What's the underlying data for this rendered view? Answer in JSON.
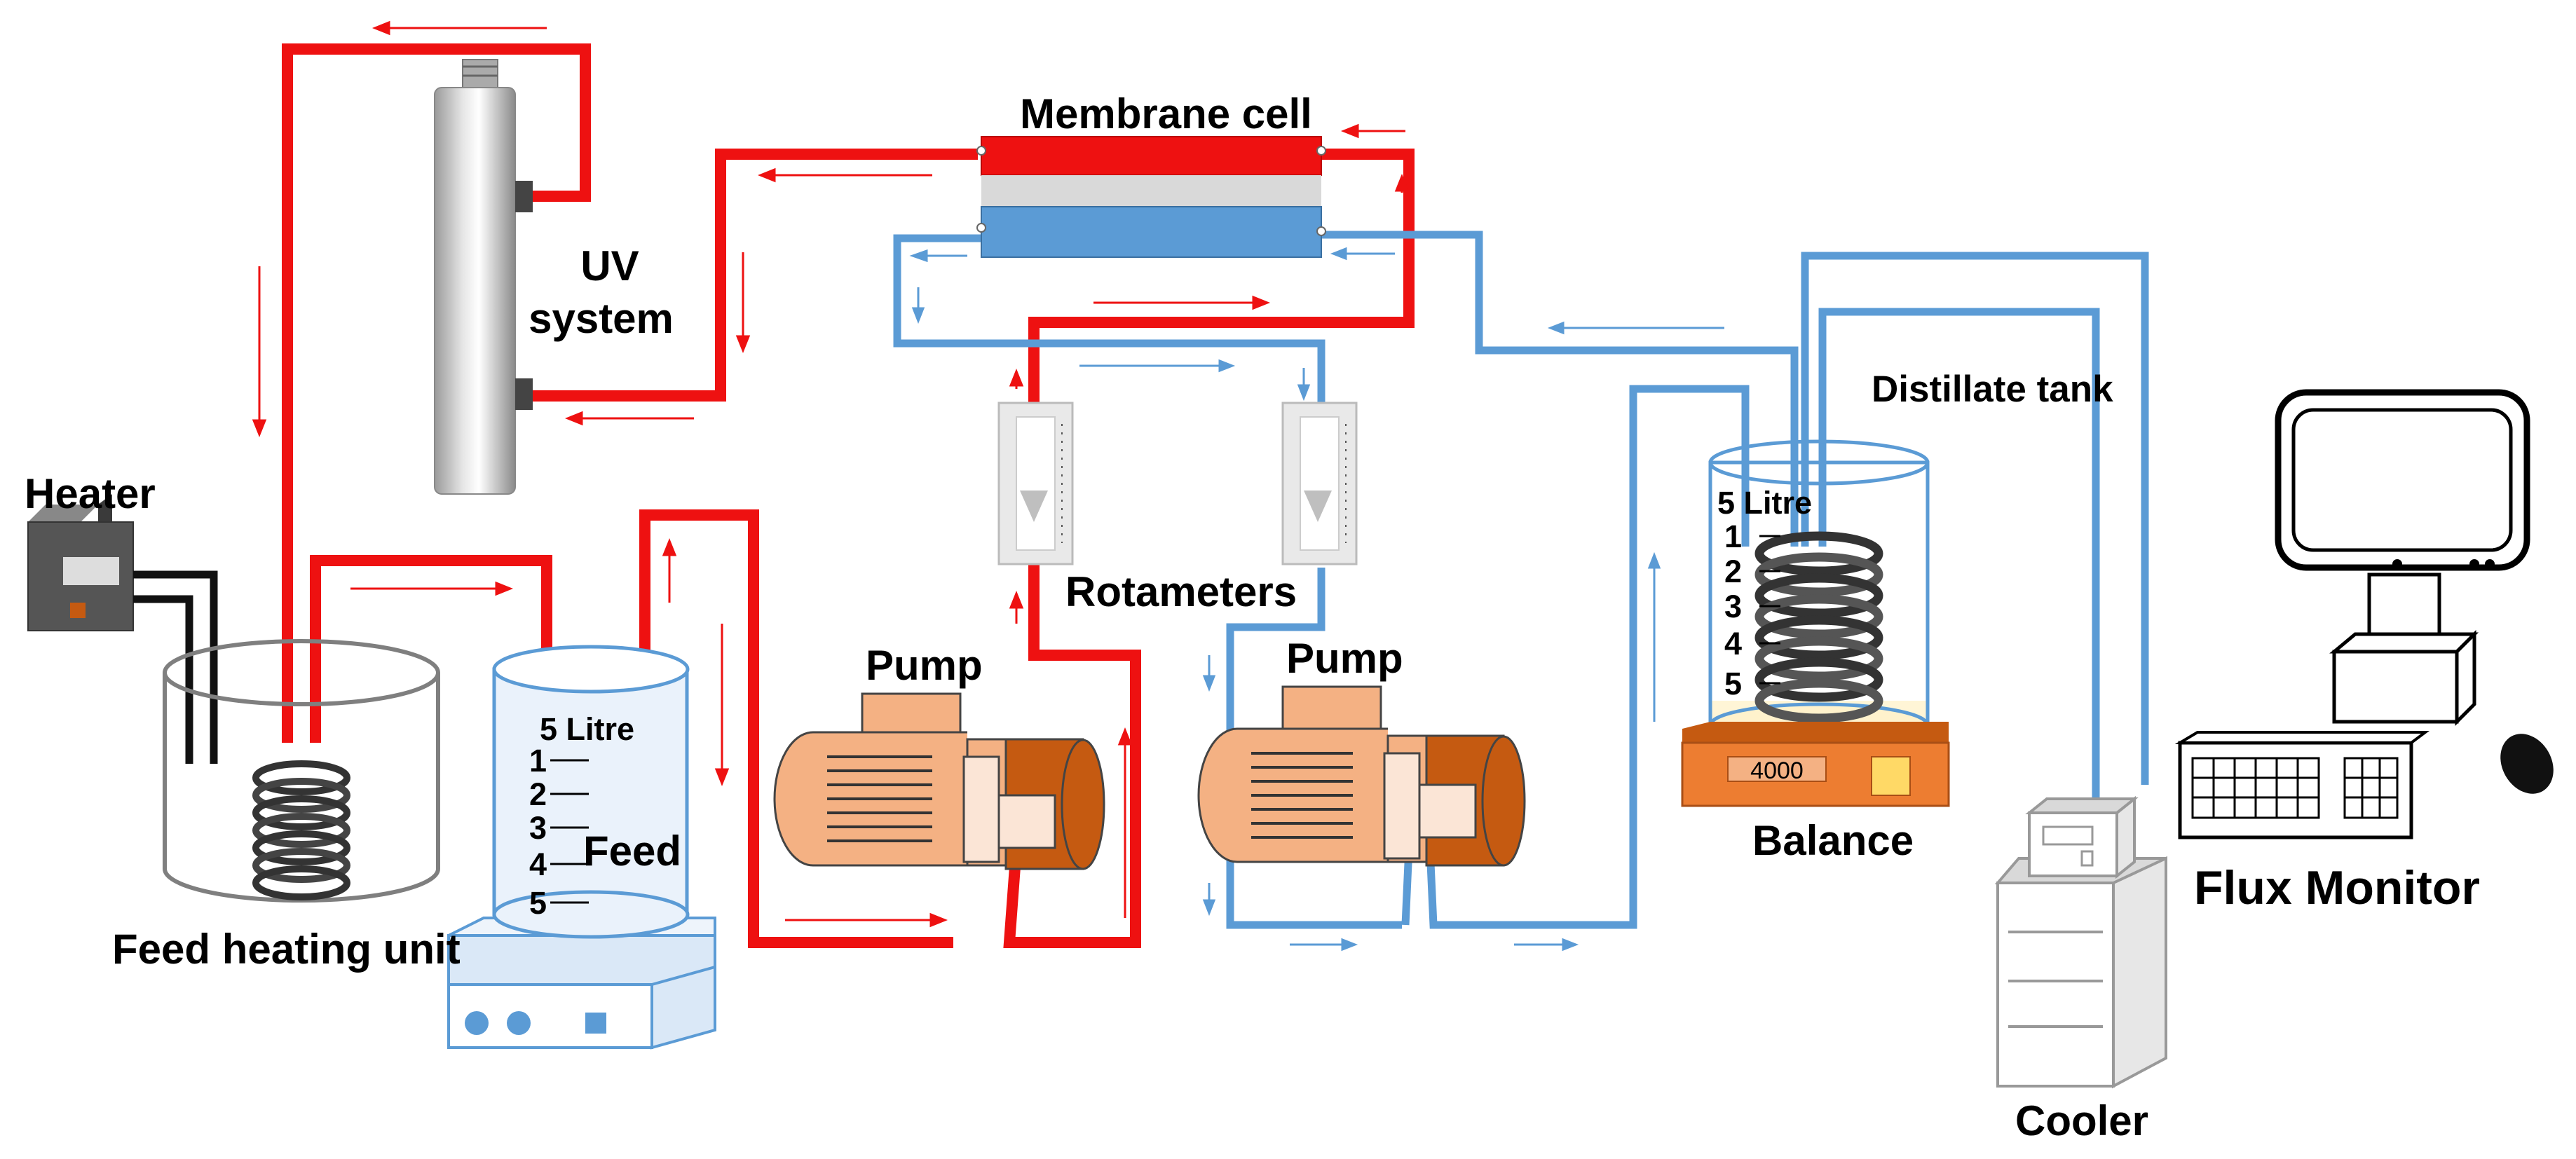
{
  "labels": {
    "membrane_cell": "Membrane cell",
    "uv_system_line1": "UV",
    "uv_system_line2": "system",
    "heater": "Heater",
    "feed_heating_unit": "Feed heating unit",
    "feed": "Feed",
    "feed_volume": "5 Litre",
    "feed_marks": [
      "1",
      "2",
      "3",
      "4",
      "5"
    ],
    "pump_left": "Pump",
    "pump_right": "Pump",
    "rotameters": "Rotameters",
    "distillate_tank": "Distillate tank",
    "distillate_volume": "5 Litre",
    "distillate_marks": [
      "1",
      "2",
      "3",
      "4",
      "5"
    ],
    "balance": "Balance",
    "balance_reading": "4000",
    "cooler": "Cooler",
    "flux_monitor": "Flux Monitor"
  },
  "colors": {
    "hot_loop": "#ee1111",
    "cold_loop": "#5b9bd5",
    "pump_body": "#f4b183",
    "pump_head": "#c55a11",
    "balance_base": "#ed7d31",
    "coil": "#3a3a3a"
  }
}
